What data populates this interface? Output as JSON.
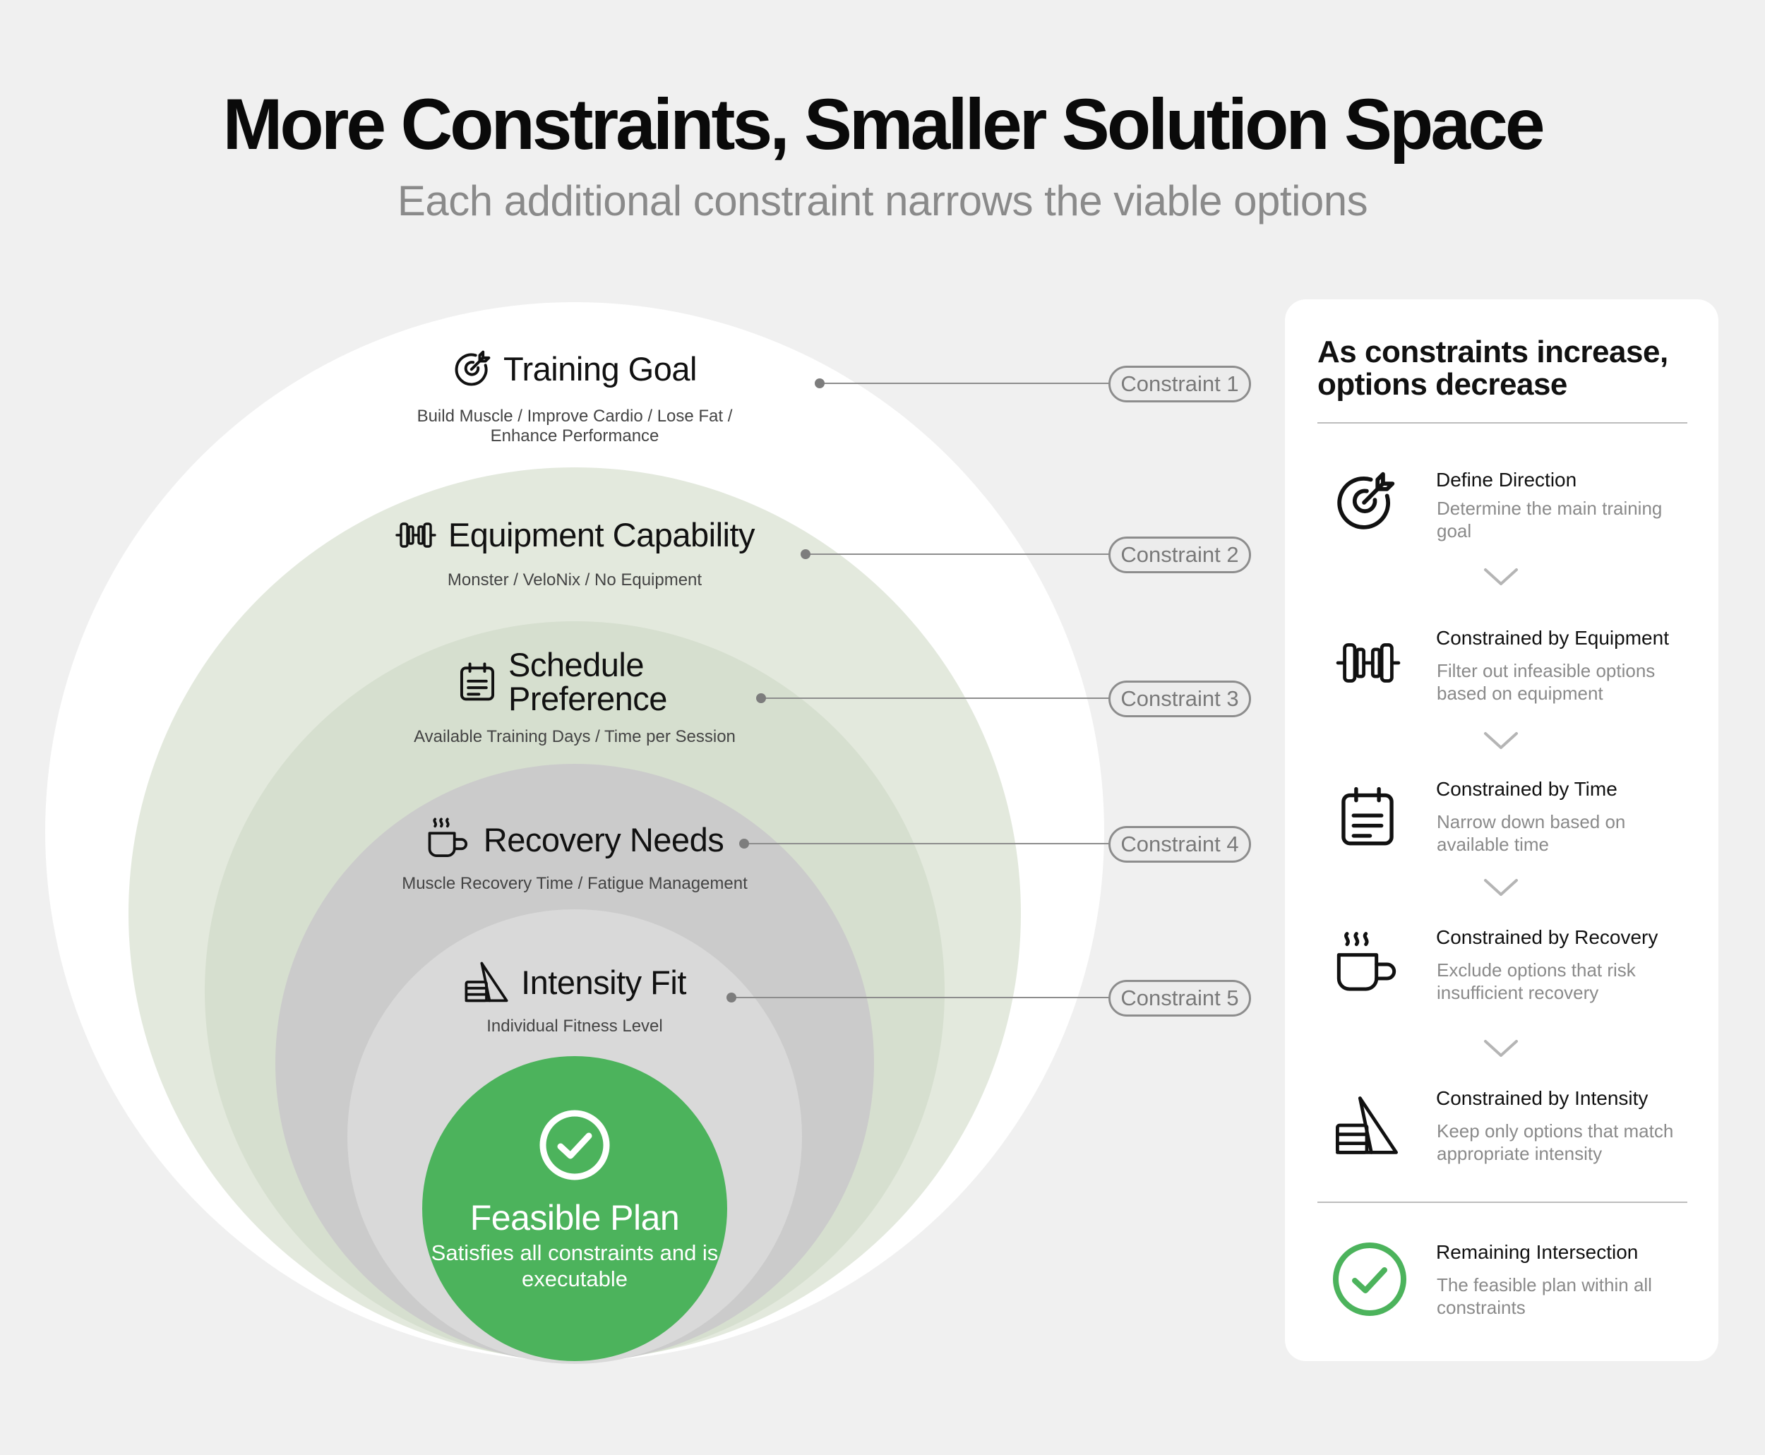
{
  "title": "More Constraints, Smaller Solution Space",
  "subtitle": "Each additional constraint narrows the viable options",
  "layers": [
    {
      "title": "Training Goal",
      "subtitle": "Build Muscle / Improve Cardio / Lose Fat / Enhance Performance",
      "icon": "target-icon",
      "constraint": "Constraint 1"
    },
    {
      "title": "Equipment Capability",
      "subtitle": "Monster / VeloNix / No Equipment",
      "icon": "dumbbell-icon",
      "constraint": "Constraint 2"
    },
    {
      "title": "Schedule Preference",
      "subtitle": "Available Training Days / Time per Session",
      "icon": "calendar-icon",
      "constraint": "Constraint 3"
    },
    {
      "title": "Recovery Needs",
      "subtitle": "Muscle Recovery Time / Fatigue Management",
      "icon": "coffee-cup-icon",
      "constraint": "Constraint 4"
    },
    {
      "title": "Intensity Fit",
      "subtitle": "Individual Fitness Level",
      "icon": "intensity-pyramid-icon",
      "constraint": "Constraint 5"
    }
  ],
  "center": {
    "title": "Feasible Plan",
    "subtitle": "Satisfies all constraints and is executable",
    "icon": "check-circle-icon"
  },
  "panel": {
    "title": "As constraints increase, options decrease",
    "steps": [
      {
        "title": "Define Direction",
        "desc": "Determine the main training goal",
        "icon": "target-icon"
      },
      {
        "title": "Constrained by Equipment",
        "desc": "Filter out infeasible options based on equipment",
        "icon": "dumbbell-icon"
      },
      {
        "title": "Constrained by Time",
        "desc": "Narrow down based on available time",
        "icon": "calendar-icon"
      },
      {
        "title": "Constrained by Recovery",
        "desc": "Exclude options that risk insufficient recovery",
        "icon": "coffee-cup-icon"
      },
      {
        "title": "Constrained by Intensity",
        "desc": "Keep only options that match appropriate intensity",
        "icon": "intensity-pyramid-icon"
      }
    ],
    "result": {
      "title": "Remaining Intersection",
      "desc": "The feasible plan within all constraints",
      "icon": "check-circle-icon"
    }
  },
  "colors": {
    "background": "#f0f0f0",
    "outer_circle": "#ffffff",
    "equipment_circle": "#e3e9dd",
    "schedule_circle": "#d6dfcf",
    "recovery_circle": "#cbcbcb",
    "intensity_circle": "#d9d9d9",
    "feasible_green": "#4cb35c"
  }
}
